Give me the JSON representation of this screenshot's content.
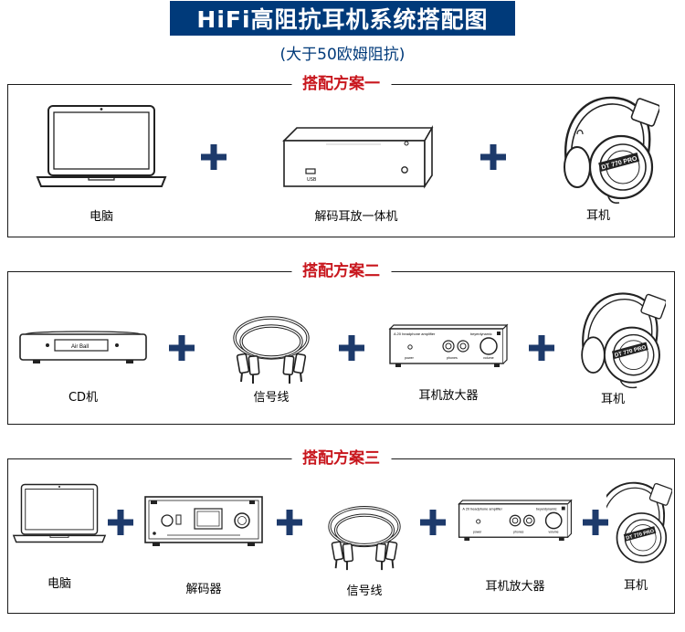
{
  "header": {
    "title": "HiFi高阻抗耳机系统搭配图",
    "subtitle": "(大于50欧姆阻抗)"
  },
  "colors": {
    "brand_blue": "#003a7a",
    "section_red": "#c8161d"
  },
  "plan1": {
    "title": "搭配方案一",
    "items": [
      {
        "label": "电脑",
        "icon": "laptop-icon"
      },
      {
        "label": "解码耳放一体机",
        "icon": "dac-amp-icon"
      },
      {
        "label": "耳机",
        "icon": "headphones-icon"
      }
    ]
  },
  "plan2": {
    "title": "搭配方案二",
    "items": [
      {
        "label": "CD机",
        "icon": "cd-player-icon"
      },
      {
        "label": "信号线",
        "icon": "cable-icon"
      },
      {
        "label": "耳机放大器",
        "icon": "headphone-amp-icon"
      },
      {
        "label": "耳机",
        "icon": "headphones-icon"
      }
    ]
  },
  "plan3": {
    "title": "搭配方案三",
    "items": [
      {
        "label": "电脑",
        "icon": "laptop-icon"
      },
      {
        "label": "解码器",
        "icon": "decoder-icon"
      },
      {
        "label": "信号线",
        "icon": "cable-icon"
      },
      {
        "label": "耳机放大器",
        "icon": "headphone-amp-icon"
      },
      {
        "label": "耳机",
        "icon": "headphones-icon"
      }
    ]
  },
  "device_text": {
    "cd_display": "Air Ball",
    "amp_model": "A 20 headphone amplifier",
    "amp_brand": "beyerdynamic",
    "amp_power": "power",
    "amp_phones": "phones",
    "amp_volume": "volume",
    "dac_usb": "USB",
    "headphone_model": "DT 770 PRO"
  }
}
